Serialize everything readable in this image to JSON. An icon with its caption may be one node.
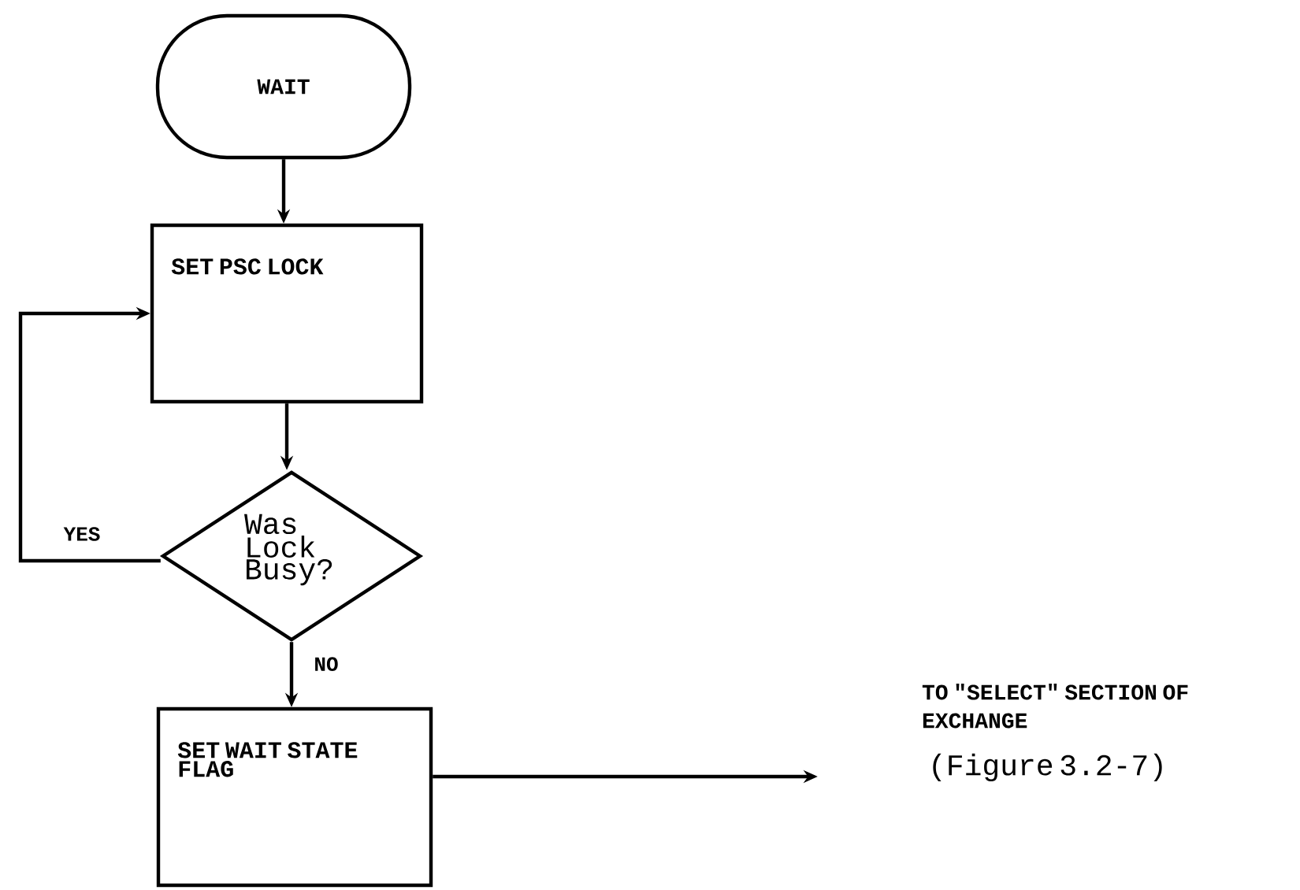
{
  "diagram": {
    "nodes": [
      {
        "text": [
          "WAIT"
        ]
      },
      {
        "text": [
          "SET PSC LOCK"
        ]
      },
      {
        "text": [
          "Was Lock Busy?"
        ]
      },
      {
        "text": [
          "SET WAIT STATE FLAG"
        ]
      },
      {
        "text": [
          "TO \"SELECT\" SECTION OF EXCHANGE",
          "(Figure 3.2-7)"
        ]
      }
    ],
    "edges": [
      {
        "from": 0,
        "to": 1,
        "arrow": "to"
      },
      {
        "from": 1,
        "to": 2,
        "arrow": "to"
      },
      {
        "from": 2,
        "to": 1,
        "arrow": "to",
        "label": "YES"
      },
      {
        "from": 2,
        "to": 3,
        "arrow": "to",
        "label": "NO"
      },
      {
        "from": 3,
        "to": 4,
        "arrow": "to"
      }
    ]
  }
}
